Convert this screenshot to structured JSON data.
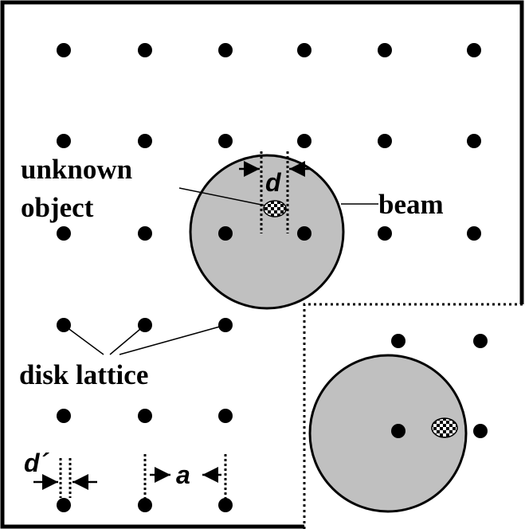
{
  "labels": {
    "unknown_line1": "unknown",
    "unknown_line2": "object",
    "beam": "beam",
    "disk_lattice": "disk lattice",
    "d": "d",
    "d_prime": "d´",
    "a": "a"
  },
  "colors": {
    "beam_fill": "#c0c0c0",
    "stroke": "#000000",
    "background": "#ffffff"
  }
}
